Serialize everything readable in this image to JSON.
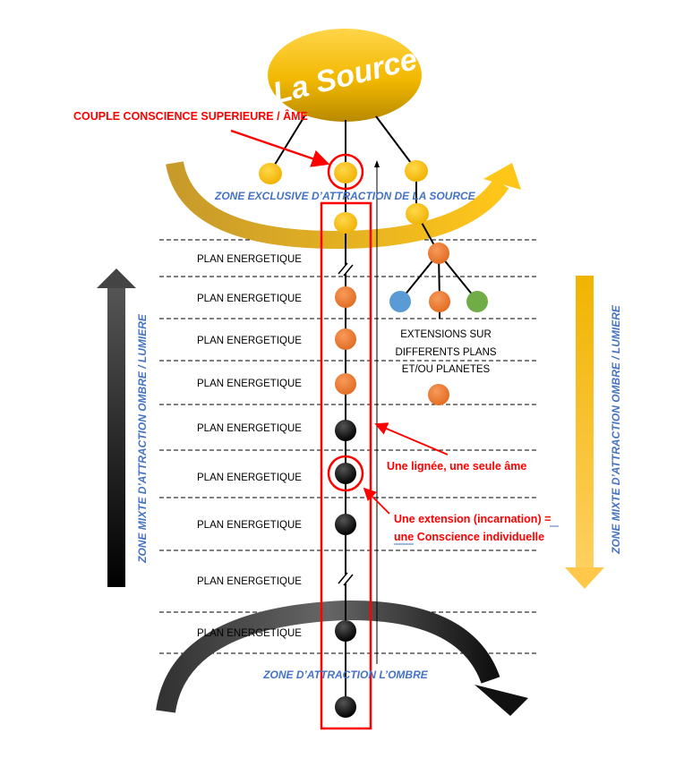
{
  "source": {
    "label": "La Source"
  },
  "labels": {
    "couple": "COUPLE CONSCIENCE SUPERIEURE / ÂME",
    "zone_exclusive": "ZONE EXCLUSIVE D’ATTRACTION DE LA SOURCE",
    "zone_ombre": "ZONE D’ATTRACTION L’OMBRE",
    "zone_mixte_left": "ZONE MIXTE D’ATTRACTION OMBRE / LUMIERE",
    "zone_mixte_right": "ZONE MIXTE D’ATTRACTION OMBRE / LUMIERE",
    "extensions": [
      "EXTENSIONS SUR",
      "DIFFERENTS PLANS",
      "ET/OU PLANETES"
    ],
    "lignee": "Une lignée, une seule âme",
    "extension_line1": "Une extension (incarnation) =",
    "extension_line2": "une Conscience individuelle"
  },
  "plans": [
    "PLAN ENERGETIQUE",
    "PLAN ENERGETIQUE",
    "PLAN ENERGETIQUE",
    "PLAN ENERGETIQUE",
    "PLAN ENERGETIQUE",
    "PLAN ENERGETIQUE",
    "PLAN ENERGETIQUE",
    "PLAN ENERGETIQUE",
    "PLAN ENERGETIQUE"
  ],
  "colors": {
    "gold": "#ffc000",
    "orange": "#ed7d31",
    "blue_node": "#5b9bd5",
    "green_node": "#70ad47",
    "red": "#ff0000",
    "zone_text": "#4472c4",
    "black": "#000000"
  }
}
